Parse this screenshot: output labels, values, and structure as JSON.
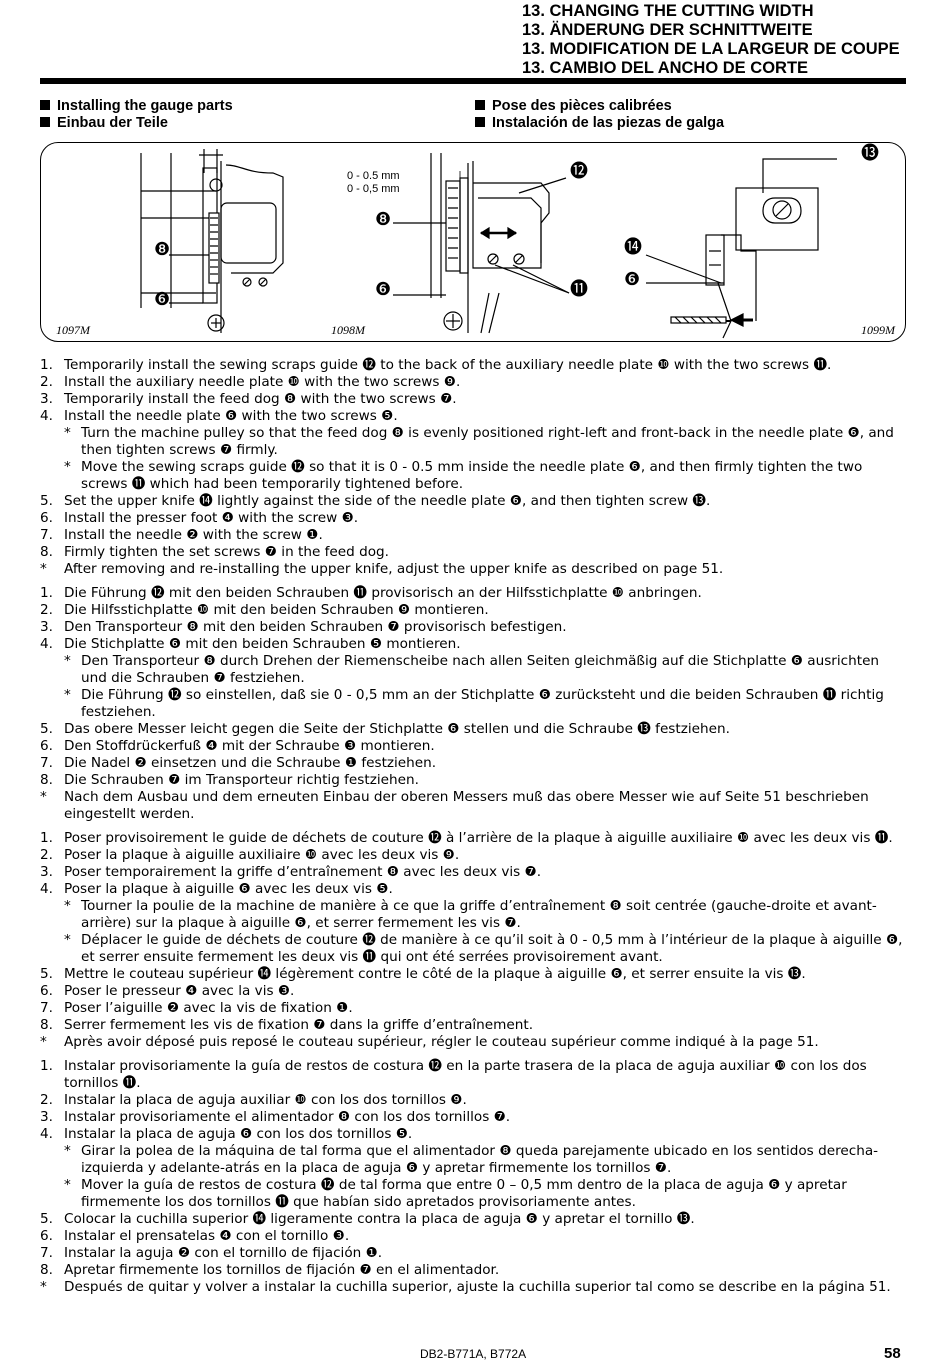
{
  "titles": [
    "13. CHANGING THE CUTTING WIDTH",
    "13. ÄNDERUNG DER SCHNITTWEITE",
    "13. MODIFICATION DE LA LARGEUR DE COUPE",
    "13. CAMBIO DEL ANCHO DE CORTE"
  ],
  "subheads": {
    "left": [
      "Installing the gauge parts",
      "Einbau der Teile"
    ],
    "right": [
      "Pose des pièces calibrées",
      "Instalación de las piezas de galga"
    ]
  },
  "figure": {
    "labels": [
      "1097M",
      "1098M",
      "1099M"
    ],
    "dimension": [
      "0 - 0.5 mm",
      "0 - 0,5 mm"
    ],
    "callouts": {
      "fig1": [
        "❽",
        "❻"
      ],
      "fig2": [
        "⓬",
        "❽",
        "❻",
        "⓫"
      ],
      "fig3": [
        "⓭",
        "⓮",
        "❻"
      ]
    }
  },
  "sections": [
    {
      "items": [
        {
          "type": "n",
          "num": "1.",
          "text": "Temporarily install the sewing scraps guide ⓬ to the back of the auxiliary needle plate ❿ with the two screws ⓫."
        },
        {
          "type": "n",
          "num": "2.",
          "text": "Install the auxiliary needle plate ❿ with the two screws ❾."
        },
        {
          "type": "n",
          "num": "3.",
          "text": "Temporarily install the feed dog ❽ with the two screws ❼."
        },
        {
          "type": "n",
          "num": "4.",
          "text": "Install the needle plate ❻ with the two screws ❺."
        },
        {
          "type": "s",
          "num": "*",
          "text": "Turn the machine pulley so that the feed dog ❽ is evenly positioned right-left and front-back in the needle plate ❻, and then tighten screws ❼ firmly."
        },
        {
          "type": "s",
          "num": "*",
          "text": "Move the sewing scraps guide ⓬ so that it is 0 - 0.5 mm inside the needle plate ❻, and then firmly tighten the two screws ⓫ which had been temporarily tightened before."
        },
        {
          "type": "n",
          "num": "5.",
          "text": "Set the upper knife ⓮ lightly against the side of the needle plate ❻, and then tighten screw ⓭."
        },
        {
          "type": "n",
          "num": "6.",
          "text": "Install the presser foot ❹ with the screw ❸."
        },
        {
          "type": "n",
          "num": "7.",
          "text": "Install the needle ❷ with the screw ❶."
        },
        {
          "type": "n",
          "num": "8.",
          "text": "Firmly tighten the set screws ❼ in the feed dog."
        },
        {
          "type": "n",
          "num": "*",
          "text": "After removing and re-installing the upper knife, adjust the upper knife as described on page 51."
        }
      ]
    },
    {
      "items": [
        {
          "type": "n",
          "num": "1.",
          "text": "Die Führung ⓬ mit den beiden Schrauben ⓫ provisorisch an der Hilfsstichplatte ❿ anbringen."
        },
        {
          "type": "n",
          "num": "2.",
          "text": "Die Hilfsstichplatte ❿ mit den beiden Schrauben ❾ montieren."
        },
        {
          "type": "n",
          "num": "3.",
          "text": "Den Transporteur ❽ mit den beiden Schrauben ❼ provisorisch befestigen."
        },
        {
          "type": "n",
          "num": "4.",
          "text": "Die Stichplatte ❻ mit den beiden Schrauben ❺ montieren."
        },
        {
          "type": "s",
          "num": "*",
          "text": "Den Transporteur ❽ durch Drehen der Riemenscheibe nach allen Seiten gleichmäßig auf die Stichplatte ❻ ausrichten und die Schrauben ❼ festziehen."
        },
        {
          "type": "s",
          "num": "*",
          "text": "Die Führung ⓬ so einstellen, daß sie 0 - 0,5 mm an der Stichplatte ❻ zurücksteht und die beiden Schrauben ⓫ richtig festziehen."
        },
        {
          "type": "n",
          "num": "5.",
          "text": "Das obere Messer leicht gegen die Seite der Stichplatte ❻ stellen und die Schraube ⓭ festziehen."
        },
        {
          "type": "n",
          "num": "6.",
          "text": "Den Stoffdrückerfuß ❹ mit der Schraube ❸ montieren."
        },
        {
          "type": "n",
          "num": "7.",
          "text": "Die Nadel ❷ einsetzen und die Schraube ❶ festziehen."
        },
        {
          "type": "n",
          "num": "8.",
          "text": "Die Schrauben ❼ im Transporteur richtig festziehen."
        },
        {
          "type": "n",
          "num": "*",
          "text": "Nach dem Ausbau und dem erneuten Einbau der oberen Messers muß das obere Messer wie auf Seite 51 beschrieben eingestellt werden."
        }
      ]
    },
    {
      "items": [
        {
          "type": "n",
          "num": "1.",
          "text": "Poser provisoirement le guide de déchets de couture ⓬ à l’arrière de la plaque à aiguille auxiliaire ❿ avec les deux vis ⓫."
        },
        {
          "type": "n",
          "num": "2.",
          "text": "Poser la plaque à aiguille auxiliaire ❿ avec les deux vis ❾."
        },
        {
          "type": "n",
          "num": "3.",
          "text": "Poser temporairement la griffe d’entraînement ❽ avec les deux vis ❼."
        },
        {
          "type": "n",
          "num": "4.",
          "text": "Poser la plaque à aiguille ❻ avec les deux vis ❺."
        },
        {
          "type": "s",
          "num": "*",
          "text": "Tourner la poulie de la machine de manière à ce que la griffe d’entraînement ❽ soit centrée (gauche-droite et avant-arrière) sur la plaque à aiguille ❻, et serrer fermement les vis ❼."
        },
        {
          "type": "s",
          "num": "*",
          "text": "Déplacer le guide de déchets de couture ⓬ de manière à ce qu’il soit à 0 - 0,5 mm à l’intérieur de la plaque à aiguille ❻, et serrer ensuite fermement les deux vis ⓫ qui ont été serrées provisoirement avant."
        },
        {
          "type": "n",
          "num": "5.",
          "text": "Mettre le couteau supérieur ⓮ légèrement contre le côté de la plaque à aiguille ❻, et serrer ensuite la vis ⓭."
        },
        {
          "type": "n",
          "num": "6.",
          "text": "Poser le presseur ❹ avec la vis ❸."
        },
        {
          "type": "n",
          "num": "7.",
          "text": "Poser l’aiguille ❷ avec la vis de fixation ❶."
        },
        {
          "type": "n",
          "num": "8.",
          "text": "Serrer fermement les vis de fixation ❼ dans la griffe d’entraînement."
        },
        {
          "type": "n",
          "num": "*",
          "text": "Après avoir déposé puis reposé le couteau supérieur, régler le couteau supérieur comme indiqué à la page 51."
        }
      ]
    },
    {
      "items": [
        {
          "type": "n",
          "num": "1.",
          "text": "Instalar provisoriamente la guía de restos de costura ⓬ en la parte trasera de la placa de aguja auxiliar ❿ con los dos tornillos ⓫."
        },
        {
          "type": "n",
          "num": "2.",
          "text": "Instalar la placa de aguja auxiliar ❿ con los dos tornillos ❾."
        },
        {
          "type": "n",
          "num": "3.",
          "text": "Instalar provisoriamente el alimentador ❽ con los dos tornillos ❼."
        },
        {
          "type": "n",
          "num": "4.",
          "text": "Instalar la placa de aguja ❻ con los dos tornillos ❺."
        },
        {
          "type": "s",
          "num": "*",
          "text": "Girar la polea de la máquina de tal forma que el alimentador ❽ queda parejamente ubicado en los sentidos derecha-izquierda y adelante-atrás en la placa de aguja ❻ y apretar firmemente los tornillos ❼."
        },
        {
          "type": "s",
          "num": "*",
          "text": "Mover la guía de restos de costura ⓬ de tal forma que entre 0 – 0,5 mm dentro de la placa de aguja ❻ y apretar firmemente los dos tornillos ⓫ que habían sido apretados provisoriamente antes."
        },
        {
          "type": "n",
          "num": "5.",
          "text": "Colocar la cuchilla superior ⓮ ligeramente contra la placa de aguja ❻ y apretar el tornillo ⓭."
        },
        {
          "type": "n",
          "num": "6.",
          "text": "Instalar el prensatelas ❹ con el tornillo ❸."
        },
        {
          "type": "n",
          "num": "7.",
          "text": "Instalar la aguja ❷ con el tornillo de fijación ❶."
        },
        {
          "type": "n",
          "num": "8.",
          "text": "Apretar firmemente los tornillos de fijación ❼ en el alimentador."
        },
        {
          "type": "n",
          "num": "*",
          "text": "Después de quitar y volver a instalar la cuchilla superior, ajuste la cuchilla superior tal como se describe en la página 51."
        }
      ]
    }
  ],
  "footer": {
    "model": "DB2-B771A, B772A",
    "page": "58"
  }
}
